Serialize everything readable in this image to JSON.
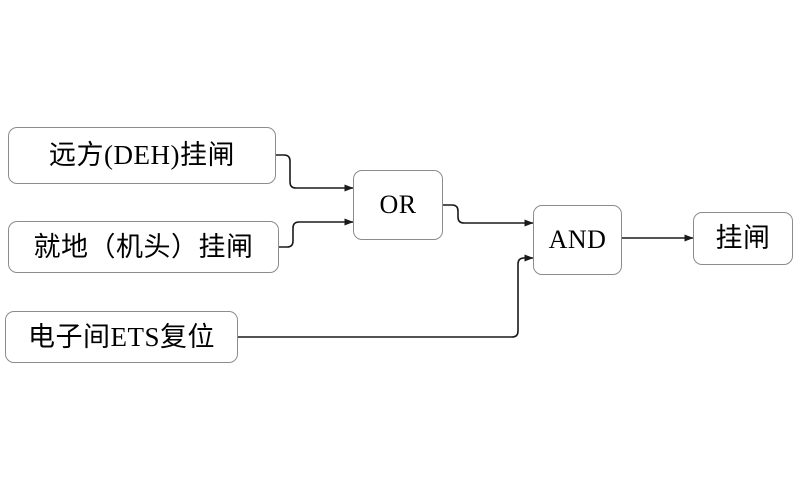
{
  "diagram": {
    "title": "",
    "type": "logic-gate-block-diagram",
    "background_color": "#ffffff",
    "line_color": "#1a1a1a",
    "box_border_color": "#8c8c8c",
    "nodes": [
      {
        "id": "remote",
        "label": "远方(DEH)挂闸",
        "kind": "input"
      },
      {
        "id": "local",
        "label": "就地（机头）挂闸",
        "kind": "input"
      },
      {
        "id": "ets",
        "label": "电子间ETS复位",
        "kind": "input"
      },
      {
        "id": "or",
        "label": "OR",
        "kind": "gate"
      },
      {
        "id": "and",
        "label": "AND",
        "kind": "gate"
      },
      {
        "id": "output",
        "label": "挂闸",
        "kind": "output"
      }
    ],
    "edges": [
      {
        "from": "remote",
        "to": "or",
        "arrow": true
      },
      {
        "from": "local",
        "to": "or",
        "arrow": true
      },
      {
        "from": "or",
        "to": "and",
        "arrow": true
      },
      {
        "from": "ets",
        "to": "and",
        "arrow": true
      },
      {
        "from": "and",
        "to": "output",
        "arrow": true
      }
    ]
  }
}
